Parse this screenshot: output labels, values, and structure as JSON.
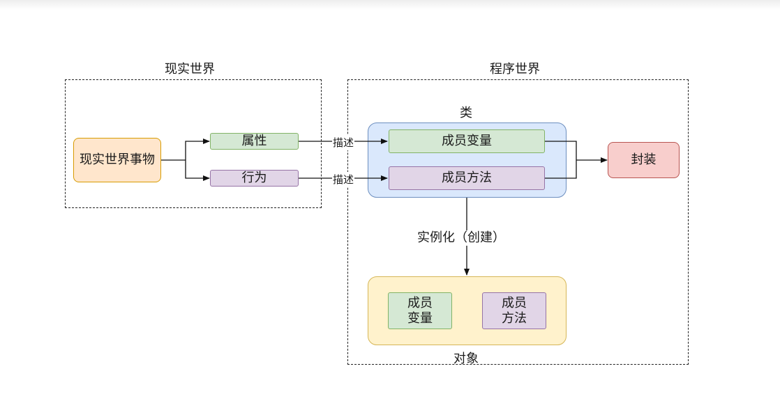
{
  "regions": {
    "real_world": "现实世界",
    "program_world": "程序世界"
  },
  "nodes": {
    "real_entity": "现实世界事物",
    "attribute": "属性",
    "behavior": "行为",
    "class_label": "类",
    "member_variable": "成员变量",
    "member_method": "成员方法",
    "encapsulation": "封装",
    "object_label": "对象",
    "object_member_variable": "成员\n变量",
    "object_member_method": "成员\n方法"
  },
  "edges": {
    "describe_1": "描述",
    "describe_2": "描述",
    "instantiate": "实例化（创建）"
  },
  "colors": {
    "green_fill": "#d5e8d4",
    "purple_fill": "#e1d5e7",
    "orange_fill": "#ffe6cc",
    "red_fill": "#f8cecc",
    "blue_fill": "#dae8fc",
    "yellow_fill": "#fff2cc"
  }
}
